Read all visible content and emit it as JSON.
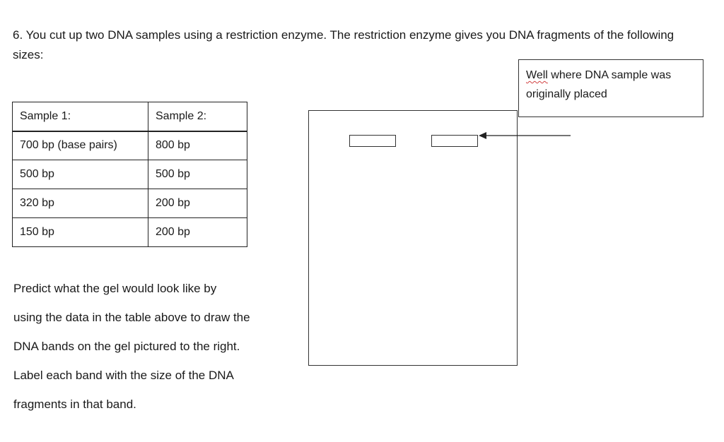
{
  "question": {
    "text": "6. You cut up two DNA samples using a restriction enzyme.  The restriction enzyme gives you DNA fragments of the following sizes:"
  },
  "table": {
    "headers": [
      "Sample 1:",
      "Sample 2:"
    ],
    "rows": [
      [
        "700 bp (base pairs)",
        "800 bp"
      ],
      [
        "500 bp",
        "500 bp"
      ],
      [
        "320 bp",
        "200 bp"
      ],
      [
        "150 bp",
        "200 bp"
      ]
    ]
  },
  "instructions": {
    "lines": [
      "Predict what the gel would look like by",
      "using the data in the table above to draw the",
      "DNA bands on the gel pictured to the right.",
      "Label each band with the size of the DNA",
      "fragments in that band."
    ]
  },
  "callout": {
    "word_flagged": "Well",
    "rest": " where DNA sample was originally placed"
  }
}
